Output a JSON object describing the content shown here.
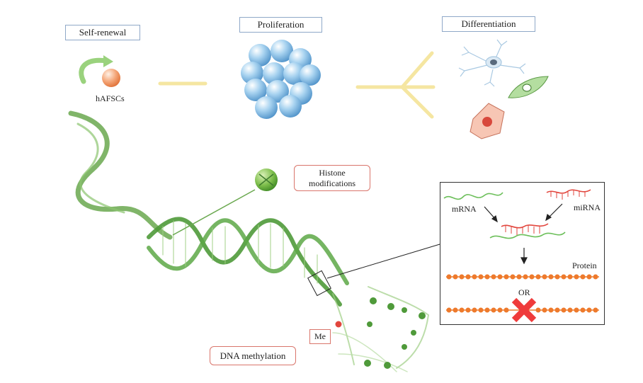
{
  "top": {
    "self_renewal": "Self-renewal",
    "proliferation": "Proliferation",
    "differentiation": "Differentiation",
    "cell_label": "hAFSCs"
  },
  "epigenetics": {
    "histone": "Histone modifications",
    "dna_methylation": "DNA methylation",
    "me_tag": "Me"
  },
  "panel": {
    "mrna": "mRNA",
    "mirna": "miRNA",
    "protein": "Protein",
    "or": "OR"
  },
  "colors": {
    "dna_green": "#4f9a3a",
    "stem_cell": "#f19a6a",
    "progenitor_blue": "#7fb7df",
    "connector_yellow": "#f5e6a1",
    "mirna_red": "#e2463d",
    "protein_orange": "#ee7a2c",
    "block_x": "#ef3b3b"
  }
}
